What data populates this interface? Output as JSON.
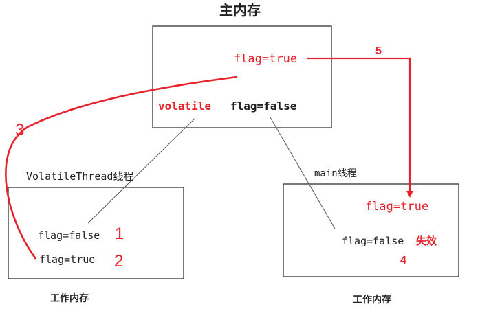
{
  "title": "主内存",
  "main_memory": {
    "flag_true": "flag=true",
    "volatile_keyword": "volatile",
    "flag_false": "flag=false"
  },
  "volatile_thread": {
    "label": "VolatileThread线程",
    "flag_false": "flag=false",
    "flag_true": "flag=true",
    "caption": "工作内存"
  },
  "main_thread": {
    "label": "main线程",
    "flag_true": "flag=true",
    "flag_false": "flag=false",
    "invalid_label": "失效",
    "caption": "工作内存"
  },
  "steps": {
    "step1": "1",
    "step2": "2",
    "step3": "3",
    "step4": "4",
    "step5": "5"
  },
  "colors": {
    "accent": "#e8202a",
    "text": "#222222",
    "box_border": "#333333",
    "link_line": "#555555"
  }
}
